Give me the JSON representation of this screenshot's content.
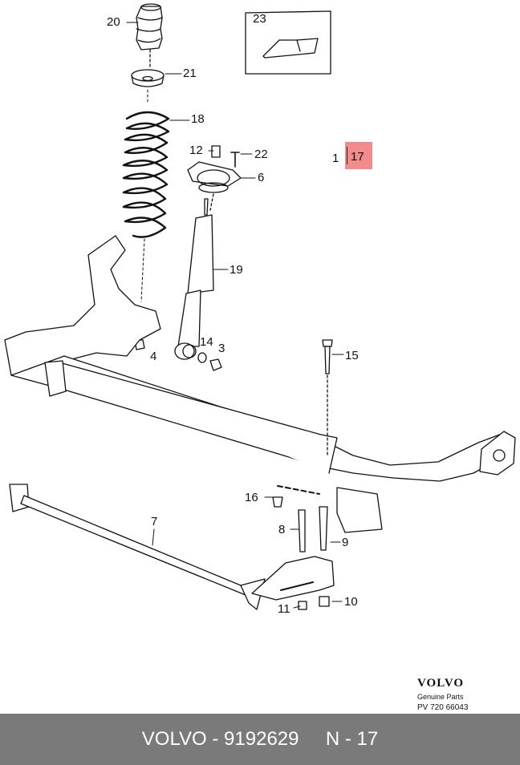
{
  "callouts": {
    "c20": "20",
    "c21": "21",
    "c18": "18",
    "c12": "12",
    "c22": "22",
    "c6": "6",
    "c19": "19",
    "c14": "14",
    "c3": "3",
    "c4": "4",
    "c15": "15",
    "c16": "16",
    "c8": "8",
    "c9": "9",
    "c7": "7",
    "c10": "10",
    "c11": "11",
    "c23": "23",
    "c1": "1",
    "c17": "17"
  },
  "brand": {
    "logo": "VOLVO",
    "subtitle": "Genuine Parts",
    "code": "PV 720 66043"
  },
  "footer": {
    "brand": "VOLVO",
    "sep1": " - ",
    "part_number": "9192629",
    "gap": "     ",
    "ref": "N - 17"
  },
  "colors": {
    "highlight": "#f28b8b",
    "footer_bg": "#7a7a7a",
    "line": "#111111"
  }
}
